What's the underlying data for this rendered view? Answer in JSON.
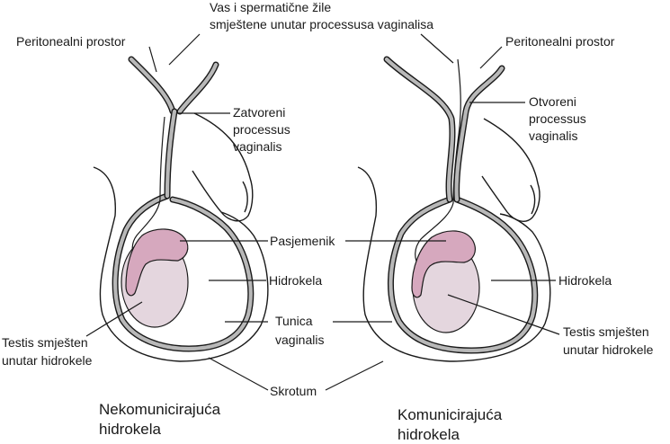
{
  "labels": {
    "vas_line1": "Vas i spermatične žile",
    "vas_line2": "smještene unutar processusa vaginalisa",
    "peritoneal_left": "Peritonealni prostor",
    "peritoneal_right": "Peritonealni prostor",
    "closed_pv_line1": "Zatvoreni",
    "closed_pv_line2": "processus",
    "closed_pv_line3": "vaginalis",
    "open_pv_line1": "Otvoreni",
    "open_pv_line2": "processus",
    "open_pv_line3": "vaginalis",
    "epididymis": "Pasjemenik",
    "hydrocele_left": "Hidrokela",
    "hydrocele_right": "Hidrokela",
    "tunica_line1": "Tunica",
    "tunica_line2": "vaginalis",
    "testis_left_line1": "Testis smješten",
    "testis_left_line2": "unutar hidrokele",
    "testis_right_line1": "Testis smješten",
    "testis_right_line2": "unutar hidrokele",
    "scrotum": "Skrotum"
  },
  "captions": {
    "left_line1": "Nekomunicirajuća",
    "left_line2": "hidrokela",
    "right_line1": "Komunicirajuća",
    "right_line2": "hidrokela"
  }
}
